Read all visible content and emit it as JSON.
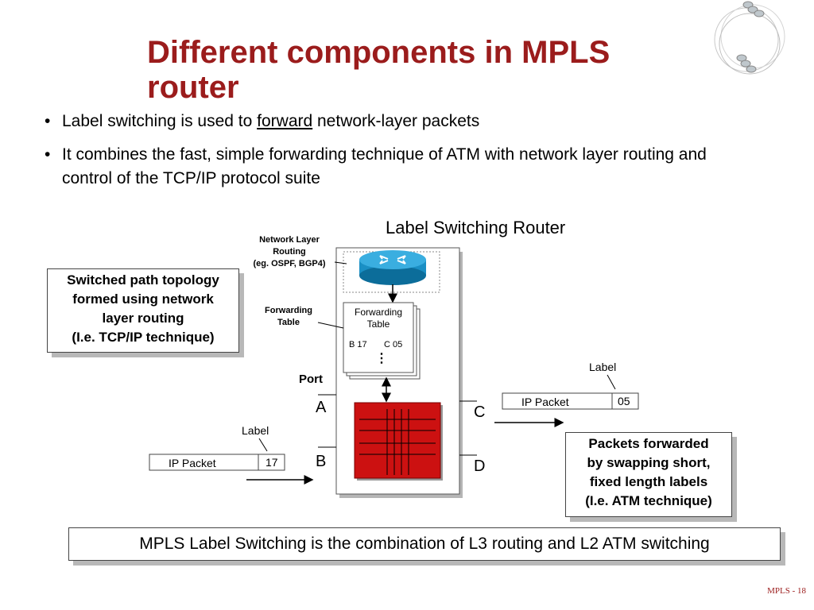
{
  "slide": {
    "title": "Different components in MPLS router",
    "bullets": [
      {
        "pre": "Label switching is used to ",
        "underlined": "forward",
        "post": " network-layer packets"
      },
      {
        "pre": "It combines the fast, simple forwarding technique of ATM with network layer routing and control of the TCP/IP protocol suite",
        "underlined": "",
        "post": ""
      }
    ],
    "bullet_char": "•",
    "footer": "MPLS - 18"
  },
  "diagram": {
    "router_title": "Label Switching Router",
    "network_layer_label": [
      "Network Layer",
      "Routing",
      "(eg. OSPF, BGP4)"
    ],
    "forwarding_table_label": [
      "Forwarding",
      "Table"
    ],
    "fwd_table_box": {
      "title": [
        "Forwarding",
        "Table"
      ],
      "entry_in": "B 17",
      "entry_out": "C 05",
      "ellipsis": "⋮"
    },
    "port_label": "Port",
    "ports": {
      "a": "A",
      "b": "B",
      "c": "C",
      "d": "D"
    },
    "left_callout": [
      "Switched path topology",
      "formed using network",
      "layer routing",
      "(I.e. TCP/IP technique)"
    ],
    "right_callout": [
      "Packets forwarded",
      "by swapping short,",
      "fixed length labels",
      "(I.e. ATM technique)"
    ],
    "incoming_packet": {
      "label_caption": "Label",
      "payload": "IP Packet",
      "label": "17"
    },
    "outgoing_packet": {
      "label_caption": "Label",
      "payload": "IP Packet",
      "label": "05"
    },
    "summary": "MPLS Label Switching is the combination of L3 routing and L2 ATM switching"
  },
  "colors": {
    "title": "#9b1c1c",
    "switch_fabric": "#cc1111",
    "router_icon": "#1a8fc4"
  }
}
